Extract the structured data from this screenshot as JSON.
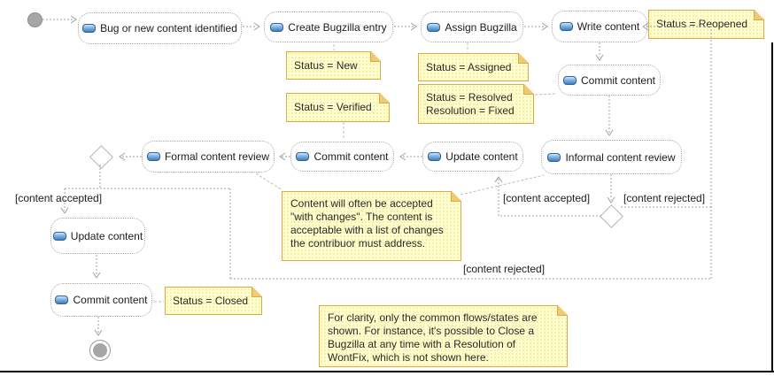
{
  "nodes": {
    "bug_identified": "Bug or new content identified",
    "create_bugzilla": "Create Bugzilla entry",
    "assign_bugzilla": "Assign Bugzilla",
    "write_content": "Write content",
    "commit_content_top": "Commit content",
    "informal_review": "Informal content review",
    "update_content_mid": "Update content",
    "commit_content_mid": "Commit content",
    "formal_review": "Formal content review",
    "update_content_left": "Update content",
    "commit_content_left": "Commit content"
  },
  "notes": {
    "status_new": "Status = New",
    "status_assigned": "Status = Assigned",
    "status_verified": "Status = Verified",
    "status_resolved": "Status = Resolved\nResolution = Fixed",
    "status_reopened": "Status = Reopened",
    "status_closed": "Status = Closed",
    "accepted_with_changes": "Content will often be accepted \"with changes\". The content is acceptable with a list of changes the contribuor must address.",
    "clarity": "For clarity, only the common flows/states are shown. For instance, it's possible to Close a Bugzilla at any time with a Resolution of WontFix, which is not shown here."
  },
  "guards": {
    "left_accepted": "[content accepted]",
    "right_accepted": "[content accepted]",
    "right_rejected": "[content rejected]",
    "bottom_rejected": "[content rejected]"
  },
  "colors": {
    "note_fill": "#ffffce",
    "note_border": "#e0a843",
    "connector": "#9f9f9f",
    "activity_icon_blue": "#3f7fc0"
  }
}
